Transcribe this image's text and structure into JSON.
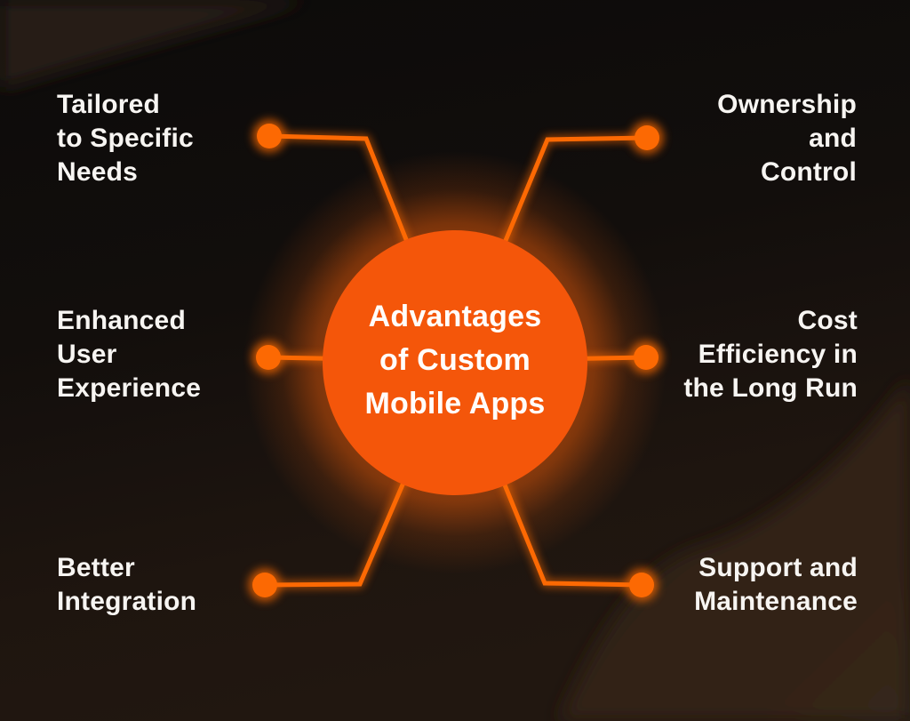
{
  "diagram": {
    "title": "Advantages\nof Custom\nMobile Apps",
    "items": [
      {
        "key": "tailored-to-specific-needs",
        "label": "Tailored\nto Specific\nNeeds",
        "position": "top-left"
      },
      {
        "key": "ownership-and-control",
        "label": "Ownership\nand\nControl",
        "position": "top-right"
      },
      {
        "key": "enhanced-user-experience",
        "label": "Enhanced\nUser\nExperience",
        "position": "middle-left"
      },
      {
        "key": "cost-efficiency-long-run",
        "label": "Cost\nEfficiency in\nthe Long Run",
        "position": "middle-right"
      },
      {
        "key": "better-integration",
        "label": "Better\nIntegration",
        "position": "bottom-left"
      },
      {
        "key": "support-and-maintenance",
        "label": "Support and\nMaintenance",
        "position": "bottom-right"
      }
    ],
    "colors": {
      "accent": "#F4560A",
      "line": "#FC6903",
      "text": "#F7F5F2",
      "background": "#14100D",
      "background_black": "#0C0B0A",
      "background_brown_band": "#261B12",
      "background_brown_wedge": "#32231A"
    }
  }
}
